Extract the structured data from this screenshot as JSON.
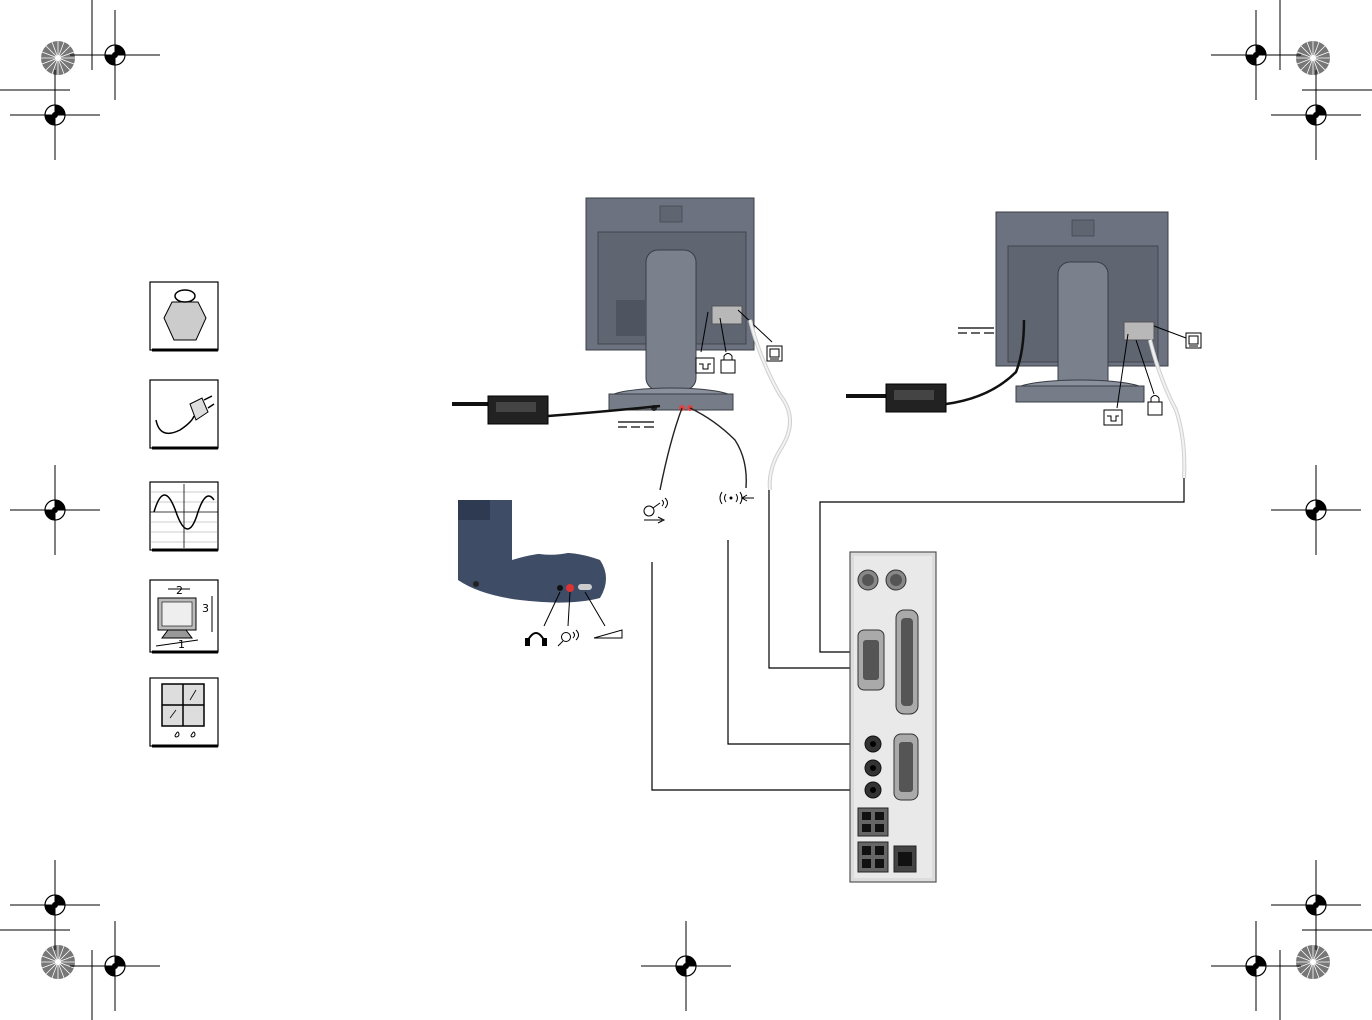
{
  "colors": {
    "monitor": "#6c7280",
    "monitor_dark": "#545a66",
    "stand": "#7a808c",
    "pc_panel": "#dcdcdc",
    "adapter": "#222222",
    "cable_light": "#e6e6e6",
    "ink": "#000000",
    "base_blue": "#3e4c66"
  },
  "labels": {
    "stand_dimension_top": "2",
    "stand_dimension_side": "3",
    "stand_dimension_bottom": "1"
  },
  "icons": [
    "weight-icon",
    "power-plug-icon",
    "waveform-icon",
    "monitor-dimensions-icon",
    "window-condensation-icon",
    "registration-mark-icon",
    "color-wheel-icon",
    "dc-power-symbol-icon",
    "headphones-icon",
    "microphone-icon",
    "audio-in-icon",
    "volume-icon",
    "vga-port-icon",
    "usb-icon",
    "lock-icon"
  ]
}
